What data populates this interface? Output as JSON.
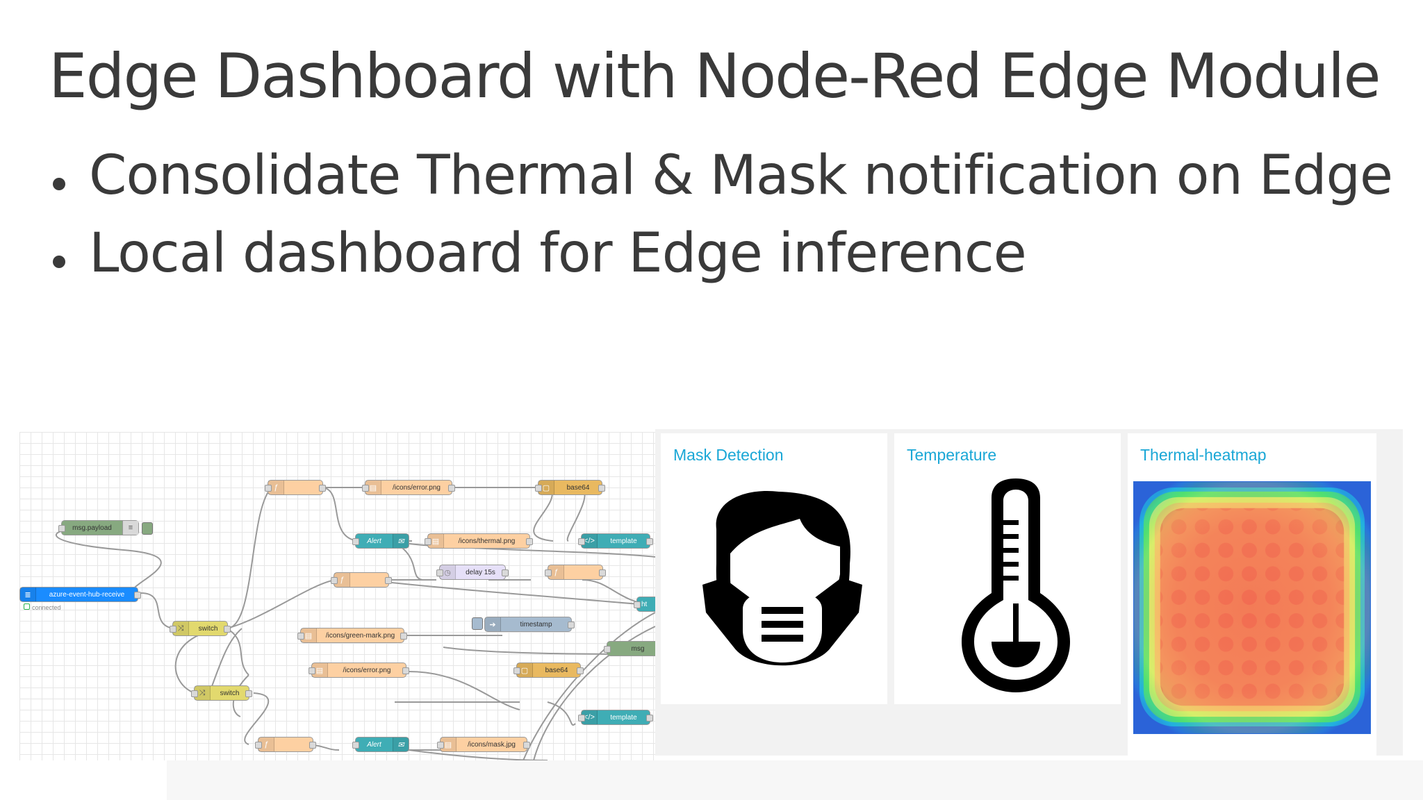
{
  "slide": {
    "title": "Edge Dashboard with Node-Red Edge Module",
    "bullets": [
      "Consolidate Thermal & Mask notification on Edge",
      "Local dashboard for Edge inference"
    ]
  },
  "flow": {
    "nodes": [
      {
        "label": "msg.payload",
        "color": "#87a980",
        "icon": "debug-icon"
      },
      {
        "label": "azure-event-hub-receive",
        "color": "#1a8cff",
        "icon": "azure-icon"
      },
      {
        "label": "switch",
        "color": "#e2d96e",
        "icon": "switch-icon"
      },
      {
        "label": "switch",
        "color": "#e2d96e",
        "icon": "switch-icon"
      },
      {
        "label": "",
        "color": "#fdd0a2",
        "icon": "function-icon"
      },
      {
        "label": "/icons/error.png",
        "color": "#fdd0a2",
        "icon": "file-icon"
      },
      {
        "label": "base64",
        "color": "#e9b960",
        "icon": "base64-icon"
      },
      {
        "label": "Alert",
        "color": "#3fadb5",
        "icon": "email-icon"
      },
      {
        "label": "/icons/thermal.png",
        "color": "#fdd0a2",
        "icon": "file-icon"
      },
      {
        "label": "template",
        "color": "#3fadb5",
        "icon": "template-icon"
      },
      {
        "label": "",
        "color": "#fdd0a2",
        "icon": "function-icon"
      },
      {
        "label": "delay 15s",
        "color": "#e6e0f8",
        "icon": "delay-icon"
      },
      {
        "label": "",
        "color": "#fdd0a2",
        "icon": "function-icon"
      },
      {
        "label": "ht",
        "color": "#3fadb5",
        "icon": "template-icon"
      },
      {
        "label": "timestamp",
        "color": "#a6bbcf",
        "icon": "inject-icon"
      },
      {
        "label": "/icons/green-mark.png",
        "color": "#fdd0a2",
        "icon": "file-icon"
      },
      {
        "label": "msg",
        "color": "#87a980",
        "icon": "debug-icon"
      },
      {
        "label": "/icons/error.png",
        "color": "#fdd0a2",
        "icon": "file-icon"
      },
      {
        "label": "base64",
        "color": "#e9b960",
        "icon": "base64-icon"
      },
      {
        "label": "template",
        "color": "#3fadb5",
        "icon": "template-icon"
      },
      {
        "label": "",
        "color": "#fdd0a2",
        "icon": "function-icon"
      },
      {
        "label": "Alert",
        "color": "#3fadb5",
        "icon": "email-icon"
      },
      {
        "label": "/icons/mask.jpg",
        "color": "#fdd0a2",
        "icon": "file-icon"
      }
    ],
    "status": "connected"
  },
  "dashboard": {
    "cards": [
      {
        "title": "Mask Detection",
        "icon": "mask-icon"
      },
      {
        "title": "Temperature",
        "icon": "thermometer-icon"
      },
      {
        "title": "Thermal-heatmap",
        "icon": "heatmap"
      }
    ]
  }
}
